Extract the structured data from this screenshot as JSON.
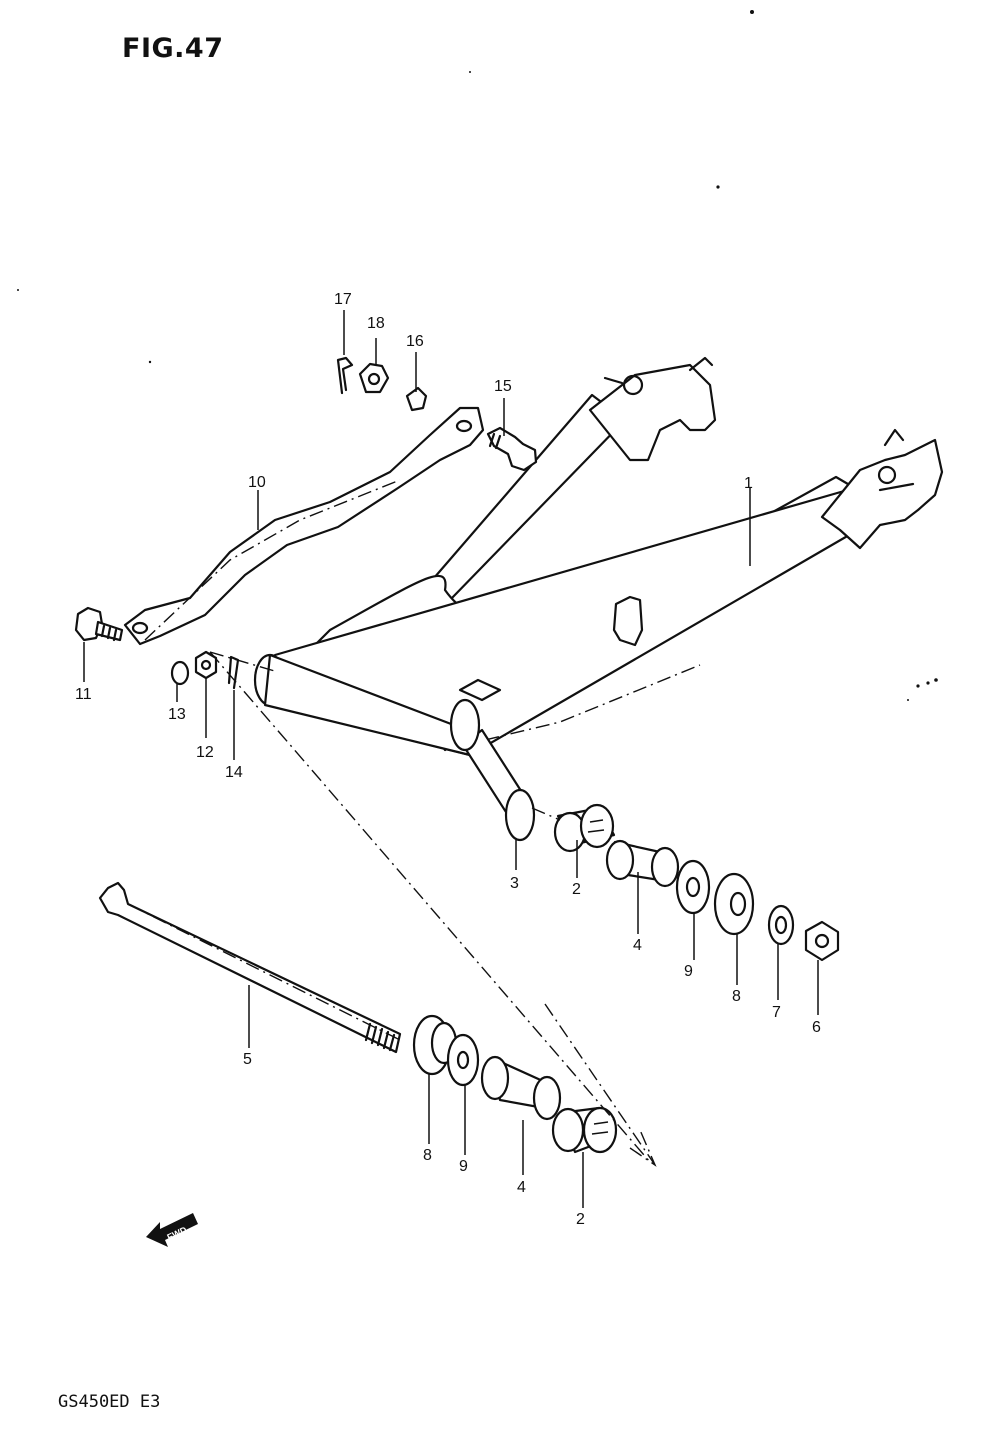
{
  "figure": {
    "title": "FIG.47",
    "model_code": "GS450ED  E3"
  },
  "callouts": [
    {
      "id": "c1",
      "label": "1"
    },
    {
      "id": "c2a",
      "label": "2"
    },
    {
      "id": "c2b",
      "label": "2"
    },
    {
      "id": "c3",
      "label": "3"
    },
    {
      "id": "c4a",
      "label": "4"
    },
    {
      "id": "c4b",
      "label": "4"
    },
    {
      "id": "c5",
      "label": "5"
    },
    {
      "id": "c6",
      "label": "6"
    },
    {
      "id": "c7",
      "label": "7"
    },
    {
      "id": "c8a",
      "label": "8"
    },
    {
      "id": "c8b",
      "label": "8"
    },
    {
      "id": "c9a",
      "label": "9"
    },
    {
      "id": "c9b",
      "label": "9"
    },
    {
      "id": "c10",
      "label": "10"
    },
    {
      "id": "c11",
      "label": "11"
    },
    {
      "id": "c12",
      "label": "12"
    },
    {
      "id": "c13",
      "label": "13"
    },
    {
      "id": "c14",
      "label": "14"
    },
    {
      "id": "c15",
      "label": "15"
    },
    {
      "id": "c16",
      "label": "16"
    },
    {
      "id": "c17",
      "label": "17"
    },
    {
      "id": "c18",
      "label": "18"
    }
  ],
  "fwd_arrow": {
    "label": "FWD"
  }
}
